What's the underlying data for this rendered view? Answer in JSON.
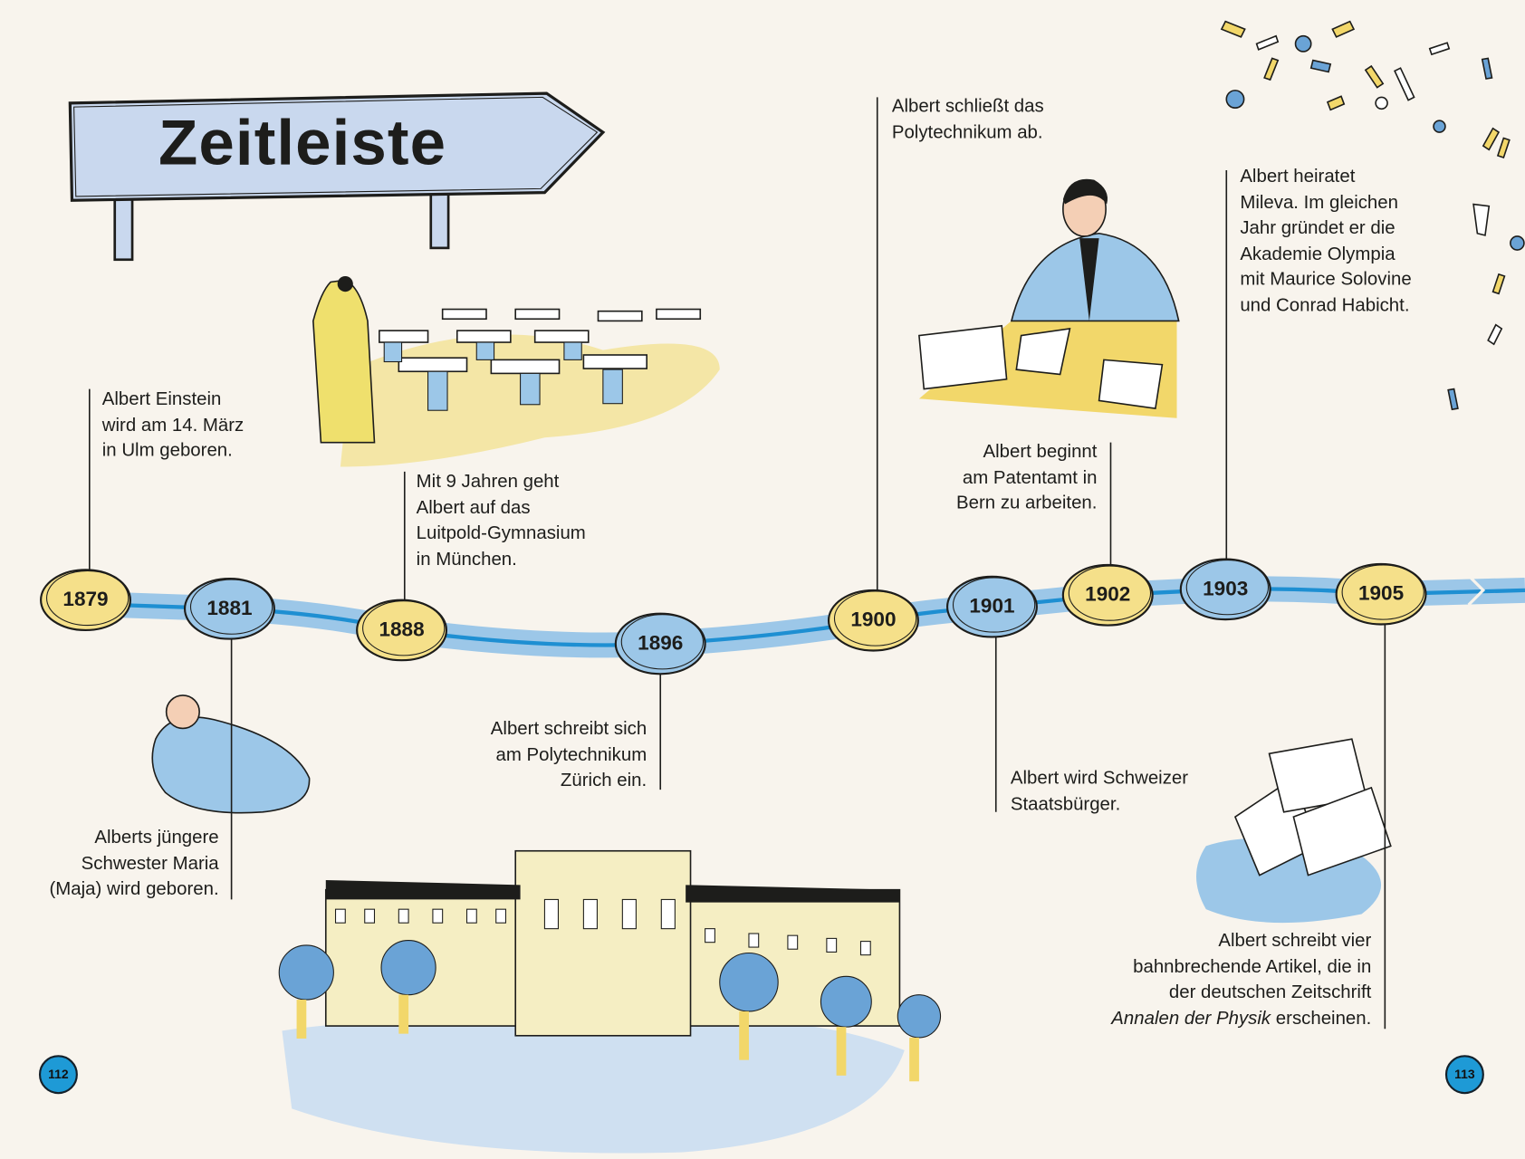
{
  "title": "Zeitleiste",
  "colors": {
    "background": "#f8f4ed",
    "blue": "#9cc7e8",
    "yellow": "#f5e08a",
    "river": "#1e8fd2",
    "page_badge": "#1e9ad6"
  },
  "events": [
    {
      "year": "1879",
      "lines": [
        "Albert Einstein",
        "wird am 14. März",
        "in Ulm geboren."
      ]
    },
    {
      "year": "1881",
      "lines": [
        "Alberts jüngere",
        "Schwester Maria",
        "(Maja) wird geboren."
      ]
    },
    {
      "year": "1888",
      "lines": [
        "Mit 9 Jahren geht",
        "Albert auf das",
        "Luitpold-Gymnasium",
        "in München."
      ]
    },
    {
      "year": "1896",
      "lines": [
        "Albert schreibt sich",
        "am Polytechnikum",
        "Zürich ein."
      ]
    },
    {
      "year": "1900",
      "lines": [
        "Albert schließt das",
        "Polytechnikum ab."
      ]
    },
    {
      "year": "1901",
      "lines": [
        "Albert wird Schweizer",
        "Staatsbürger."
      ]
    },
    {
      "year": "1902",
      "lines": [
        "Albert beginnt",
        "am Patentamt in",
        "Bern zu arbeiten."
      ]
    },
    {
      "year": "1903",
      "lines": [
        "Albert heiratet",
        "Mileva. Im gleichen",
        "Jahr gründet er die",
        "Akademie Olympia",
        "mit Maurice Solovine",
        "und Conrad Habicht."
      ]
    },
    {
      "year": "1905",
      "lines": [
        "Albert schreibt vier",
        "bahnbrechende Artikel, die in",
        "der deutschen Zeitschrift"
      ],
      "last_italic": "Annalen der Physik",
      "last_rest": " erscheinen."
    }
  ],
  "page_numbers": {
    "left": "112",
    "right": "113"
  }
}
